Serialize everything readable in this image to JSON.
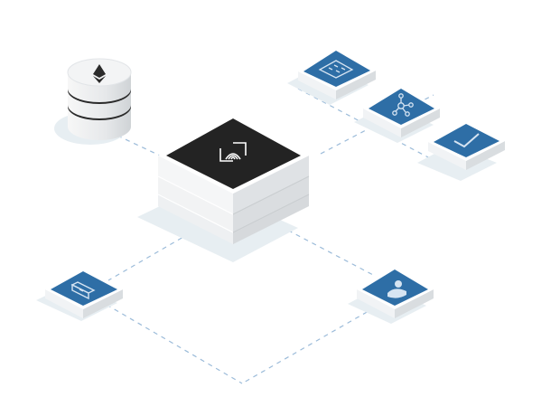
{
  "diagram": {
    "colors": {
      "background": "#ffffff",
      "connector": "#9bbbd9",
      "tile_face": "#2e6ea6",
      "tile_border": "#ffffff",
      "tile_side_light": "#f1f3f5",
      "tile_side_dark": "#dde1e5",
      "hub_top": "#232323",
      "hub_slab_light": "#f3f4f5",
      "hub_slab_dark": "#d7dadd",
      "disc_light": "#f4f5f6",
      "disc_dark": "#2a2a2a",
      "shadow": "#e7eef2"
    },
    "nodes": [
      {
        "id": "hub",
        "kind": "hub",
        "icon": "fingerprint-scan-icon"
      },
      {
        "id": "database",
        "kind": "disc-stack",
        "icon": "ethereum-icon"
      },
      {
        "id": "dashboard",
        "kind": "tile",
        "icon": "dashboard-panel-icon"
      },
      {
        "id": "network",
        "kind": "tile",
        "icon": "network-nodes-icon"
      },
      {
        "id": "verified",
        "kind": "tile",
        "icon": "checkmark-icon"
      },
      {
        "id": "mobile",
        "kind": "tile",
        "icon": "mobile-device-icon"
      },
      {
        "id": "user",
        "kind": "tile",
        "icon": "user-profile-icon"
      }
    ]
  }
}
